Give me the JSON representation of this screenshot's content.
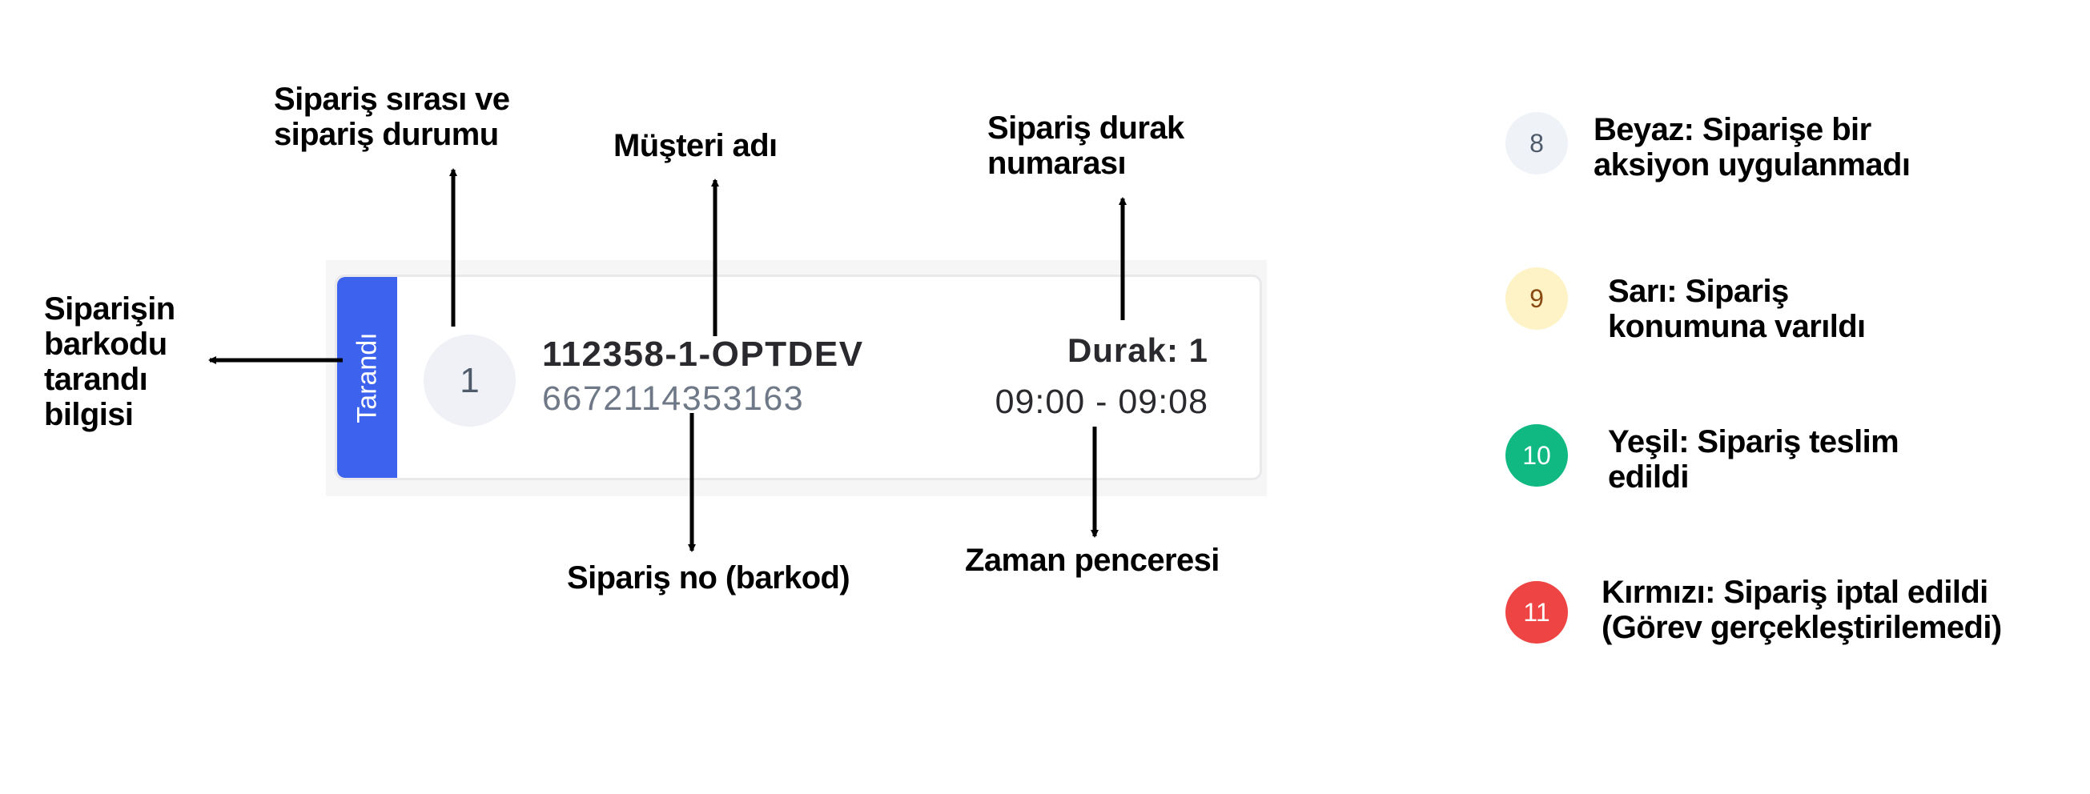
{
  "card": {
    "scan_label": "Tarandı",
    "sequence": "1",
    "customer": "112358-1-OPTDEV",
    "order_no": "6672114353163",
    "stop": "Durak: 1",
    "time_window": "09:00 - 09:08"
  },
  "callouts": {
    "barcode_scanned": [
      "Siparişin",
      "barkodu",
      "tarandı",
      "bilgisi"
    ],
    "sequence_status": [
      "Sipariş sırası ve",
      "sipariş durumu"
    ],
    "customer_name": "Müşteri adı",
    "stop_number": [
      "Sipariş durak",
      "numarası"
    ],
    "order_no": "Sipariş no (barkod)",
    "time_window": "Zaman penceresi"
  },
  "legend": [
    {
      "number": "8",
      "color": "#eff2f7",
      "text_color": "#4f5b6b",
      "lines": [
        "Beyaz: Siparişe bir",
        "aksiyon uygulanmadı"
      ]
    },
    {
      "number": "9",
      "color": "#fdf3c7",
      "text_color": "#8a4a12",
      "lines": [
        "Sarı: Sipariş",
        "konumuna varıldı"
      ]
    },
    {
      "number": "10",
      "color": "#10b981",
      "text_color": "#ffffff",
      "lines": [
        "Yeşil: Sipariş teslim",
        "edildi"
      ]
    },
    {
      "number": "11",
      "color": "#ef4444",
      "text_color": "#ffffff",
      "lines": [
        "Kırmızı: Sipariş iptal edildi",
        "(Görev gerçekleştirilemedi)"
      ]
    }
  ]
}
